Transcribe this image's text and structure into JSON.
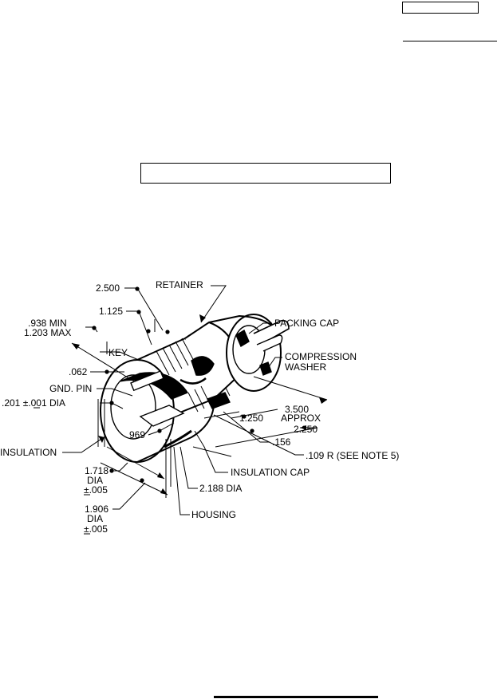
{
  "labels": {
    "retainer": "RETAINER",
    "dim_2500": "2.500",
    "dim_1125": "1.125",
    "min_938": ".938 MIN",
    "max_1203": "1.203 MAX",
    "key": "KEY",
    "dim_062": ".062",
    "gnd_pin": "GND. PIN",
    "pin_dia": ".201 ±.001 DIA",
    "packing_cap": "PACKING CAP",
    "compression": "COMPRESSION",
    "washer": "WASHER",
    "dim_3500": "3.500",
    "approx": "APPROX",
    "dim_1250": "1.250",
    "dim_2250": "2.250",
    "dim_156": ".156",
    "radius_109": ".109 R (SEE NOTE 5)",
    "dim_969": "969",
    "insulation": "INSULATION",
    "insulation_cap": "INSULATION CAP",
    "dia_1718": "1.718",
    "dia_word_1": "DIA",
    "tol_1": "±.005",
    "dia_2188": "2.188 DIA",
    "dia_1906": "1.906",
    "dia_word_2": "DIA",
    "tol_2": "±.005",
    "housing": "HOUSING"
  }
}
